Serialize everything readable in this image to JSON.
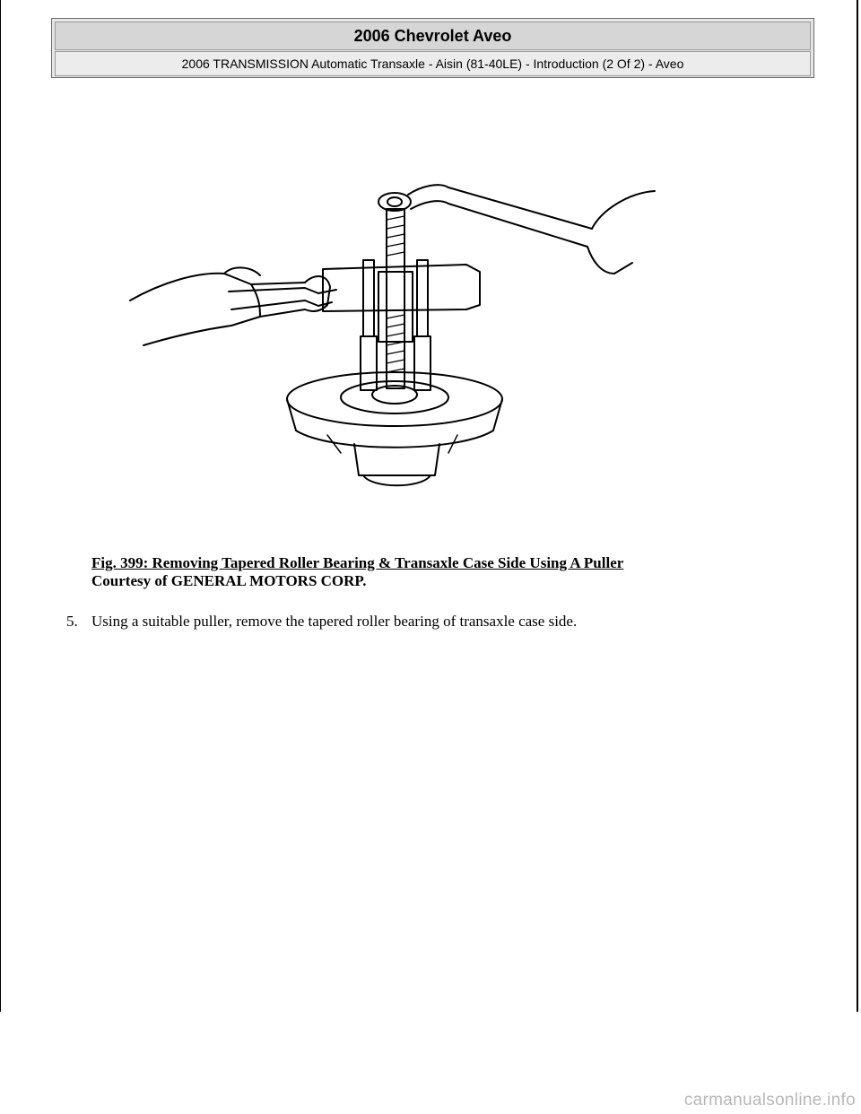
{
  "header": {
    "title": "2006 Chevrolet Aveo",
    "subtitle": "2006 TRANSMISSION Automatic Transaxle - Aisin (81-40LE) - Introduction (2 Of 2) - Aveo"
  },
  "figure": {
    "caption_title": "Fig. 399: Removing Tapered Roller Bearing & Transaxle Case Side Using A Puller",
    "caption_credit": "Courtesy of GENERAL MOTORS CORP."
  },
  "steps": [
    {
      "number": "5.",
      "text": "Using a suitable puller, remove the tapered roller bearing of transaxle case side."
    }
  ],
  "watermark": "carmanualsonline.info"
}
